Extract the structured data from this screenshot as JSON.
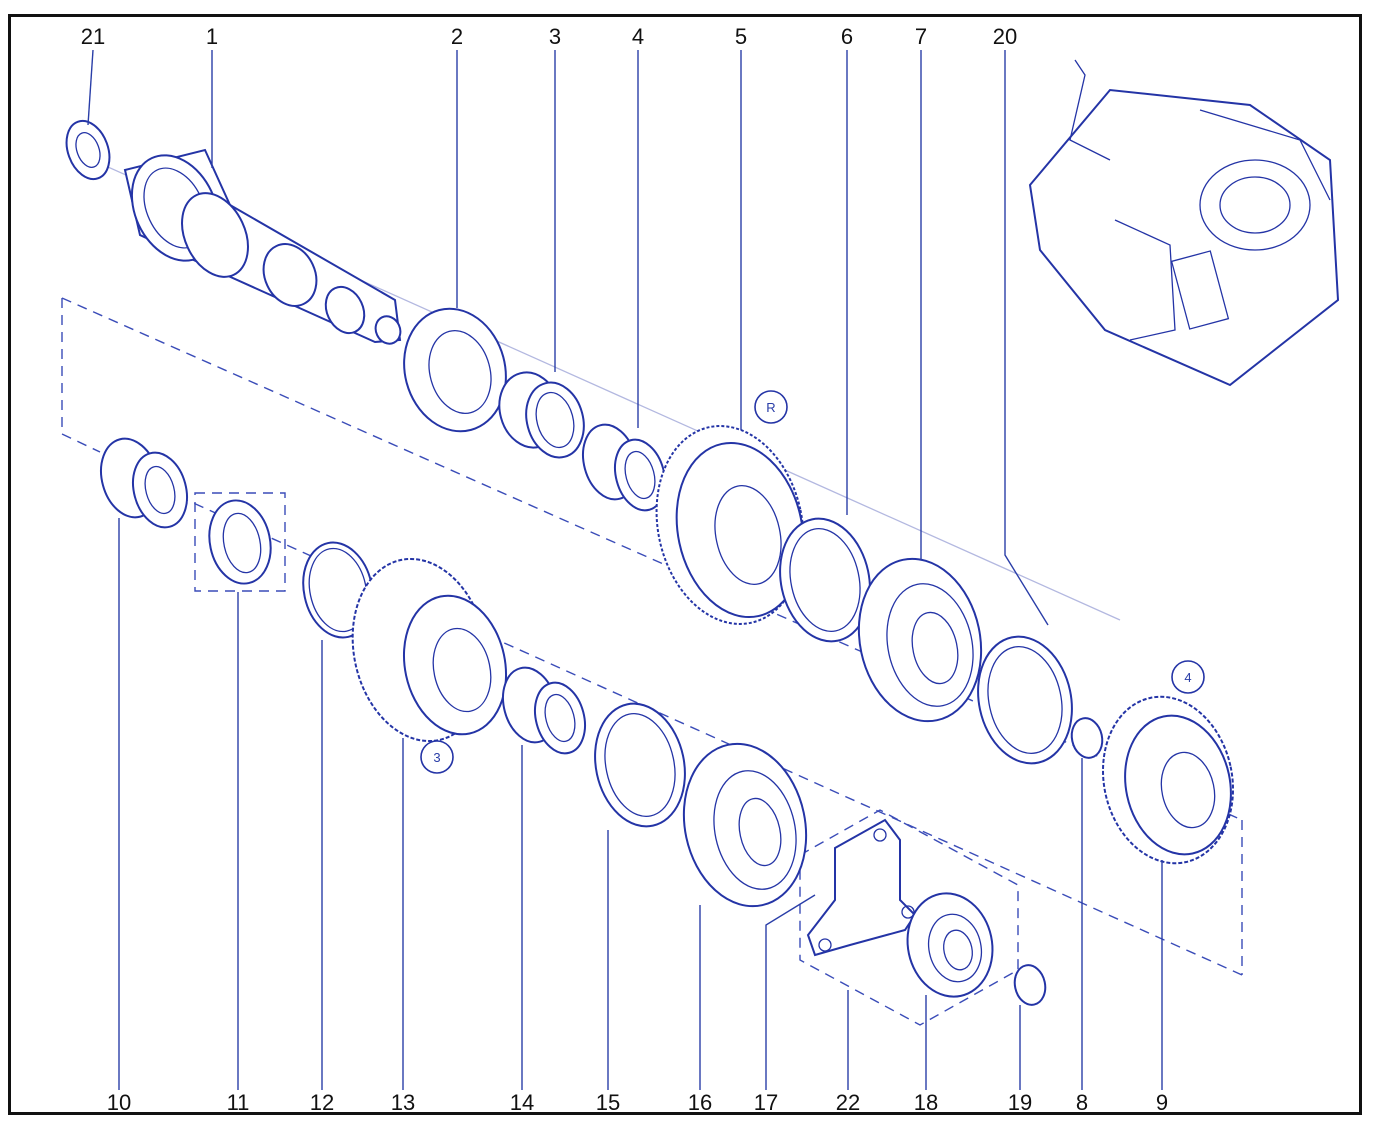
{
  "diagram": {
    "labels": {
      "p21": "21",
      "p1": "1",
      "p2": "2",
      "p3": "3",
      "p4": "4",
      "p5": "5",
      "p6": "6",
      "p7": "7",
      "p20": "20",
      "p10": "10",
      "p11": "11",
      "p12": "12",
      "p13": "13",
      "p14": "14",
      "p15": "15",
      "p16": "16",
      "p17": "17",
      "p22": "22",
      "p18": "18",
      "p19": "19",
      "p8": "8",
      "p9": "9"
    },
    "gear_markers": {
      "reverse": "R",
      "third": "3",
      "fourth": "4"
    },
    "colors": {
      "ink": "#2434a6",
      "label": "#111111",
      "frame": "#111111"
    }
  }
}
